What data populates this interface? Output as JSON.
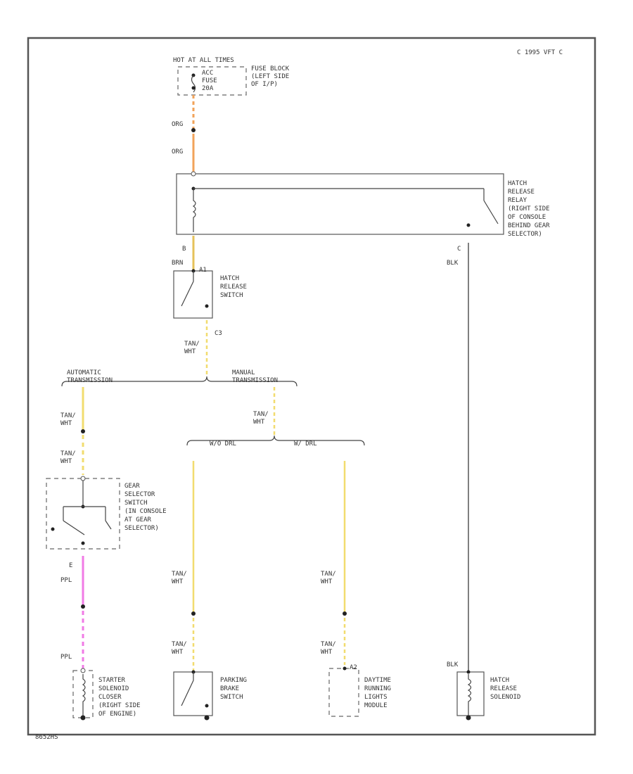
{
  "header": {
    "code": "C 1995 VFT C"
  },
  "footer": {
    "id": "8652HS"
  },
  "colors": {
    "orange": "#f2a35a",
    "yellow": "#f2dc6f",
    "pink": "#f07ae6",
    "black": "#555555"
  },
  "fuse_block": {
    "hot_label": "HOT AT ALL TIMES",
    "fuse_lines": [
      "ACC",
      "FUSE",
      "20A"
    ],
    "loc_lines": [
      "FUSE BLOCK",
      "(LEFT SIDE",
      "OF I/P)"
    ]
  },
  "wires": {
    "org1": "ORG",
    "org2": "ORG",
    "b": "B",
    "brn": "BRN",
    "c": "C",
    "blk1": "BLK",
    "c3": "C3",
    "tan_wht_lines": [
      "TAN/",
      "WHT"
    ],
    "ppl1": "PPL",
    "ppl2": "PPL",
    "e": "E",
    "blk2": "BLK",
    "a2": "A2",
    "a1": "A1"
  },
  "relay": {
    "lines": [
      "HATCH",
      "RELEASE",
      "RELAY",
      "(RIGHT SIDE",
      "OF CONSOLE",
      "BEHIND GEAR",
      "SELECTOR)"
    ]
  },
  "hatch_switch": {
    "lines": [
      "HATCH",
      "RELEASE",
      "SWITCH"
    ]
  },
  "transmission": {
    "automatic_lines": [
      "AUTOMATIC",
      "TRANSMISSION"
    ],
    "manual_lines": [
      "MANUAL",
      "TRANSMISSION"
    ]
  },
  "drl": {
    "without": "W/O DRL",
    "with": "W/ DRL"
  },
  "gear_switch": {
    "lines": [
      "GEAR",
      "SELECTOR",
      "SWITCH",
      "(IN CONSOLE",
      "AT GEAR",
      "SELECTOR)"
    ]
  },
  "starter": {
    "lines": [
      "STARTER",
      "SOLENOID",
      "CLOSER",
      "(RIGHT SIDE",
      "OF ENGINE)"
    ]
  },
  "parking_brake": {
    "lines": [
      "PARKING",
      "BRAKE",
      "SWITCH"
    ]
  },
  "drl_module": {
    "lines": [
      "DAYTIME",
      "RUNNING",
      "LIGHTS",
      "MODULE"
    ]
  },
  "solenoid": {
    "lines": [
      "HATCH",
      "RELEASE",
      "SOLENOID"
    ]
  }
}
